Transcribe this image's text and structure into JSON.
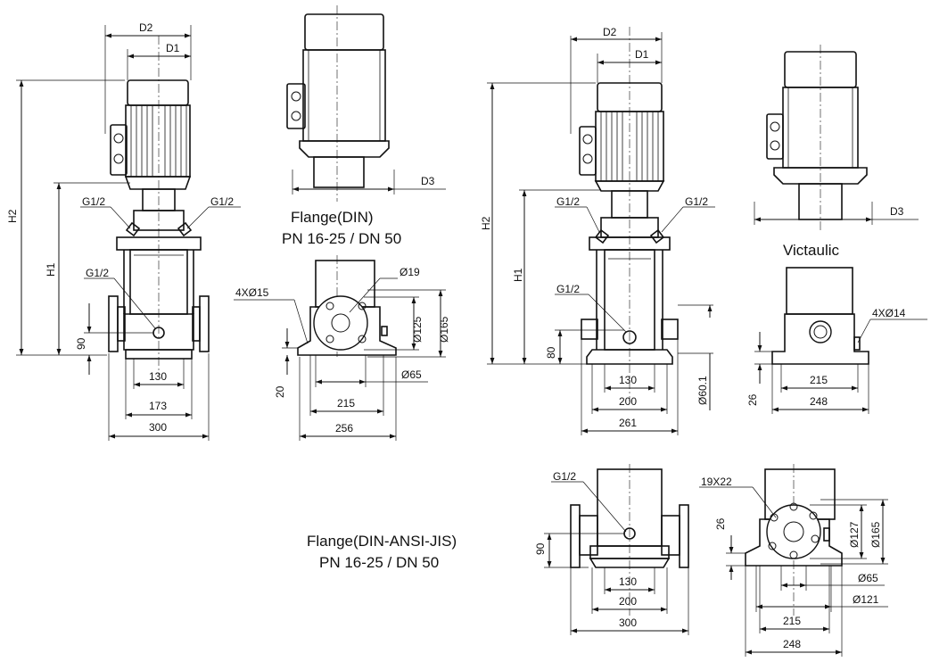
{
  "captions": {
    "flange_din_1": "Flange(DIN)",
    "flange_din_2": "PN  16-25     /    DN 50",
    "victaulic": "Victaulic",
    "flange_multi_1": "Flange(DIN-ANSI-JIS)",
    "flange_multi_2": "PN     16-25     /    DN 50"
  },
  "view1": {
    "d2": "D2",
    "d1": "D1",
    "h2": "H2",
    "h1": "H1",
    "g_left": "G1/2",
    "g_right": "G1/2",
    "g_mid": "G1/2",
    "h90": "90",
    "w130": "130",
    "w173": "173",
    "w300": "300"
  },
  "view2": {
    "d3": "D3",
    "holes": "4XØ15",
    "d19": "Ø19",
    "d125": "Ø125",
    "d165": "Ø165",
    "d65": "Ø65",
    "h20": "20",
    "w215": "215",
    "w256": "256"
  },
  "view3": {
    "d2": "D2",
    "d1": "D1",
    "h2": "H2",
    "h1": "H1",
    "g_left": "G1/2",
    "g_right": "G1/2",
    "g_mid": "G1/2",
    "h80": "80",
    "w130": "130",
    "w200": "200",
    "w261": "261",
    "d601": "Ø60.1"
  },
  "view4": {
    "d3": "D3",
    "holes": "4XØ14",
    "h26": "26",
    "w215": "215",
    "w248": "248"
  },
  "view5": {
    "g": "G1/2",
    "h90": "90",
    "w130": "130",
    "w200": "200",
    "w300": "300"
  },
  "view6": {
    "holes": "19X22",
    "h26": "26",
    "d127": "Ø127",
    "d165": "Ø165",
    "d65": "Ø65",
    "d121": "Ø121",
    "w215": "215",
    "w248": "248"
  }
}
